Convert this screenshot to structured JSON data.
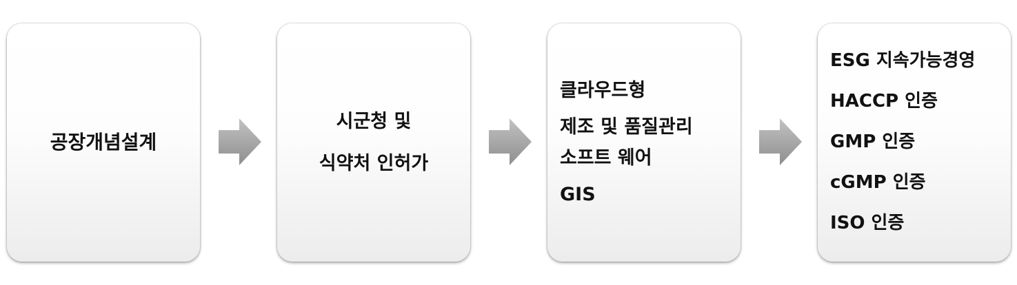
{
  "steps": [
    {
      "lines": [
        "공장개념설계"
      ]
    },
    {
      "lines": [
        "시군청 및",
        "식약처 인허가"
      ]
    },
    {
      "lines": [
        "클라우드형",
        "제조 및 품질관리",
        "소프트 웨어",
        "GIS"
      ]
    },
    {
      "lines": [
        "ESG 지속가능경영",
        "HACCP 인증",
        "GMP 인증",
        "cGMP 인증",
        "ISO 인증"
      ]
    }
  ],
  "colors": {
    "box_top": "#ffffff",
    "box_bottom": "#ececec",
    "arrow": "#a6a6a6",
    "text": "#111111"
  }
}
